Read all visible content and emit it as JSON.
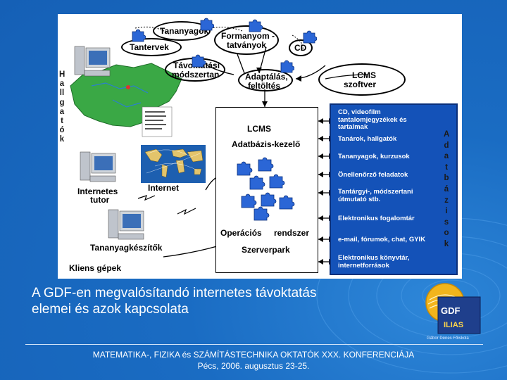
{
  "diagram": {
    "top_nodes": {
      "tantervek": "Tantervek",
      "tananyagok": "Tananyagok",
      "formanyomtatvanyok": [
        "Formanyom -",
        "tatványok"
      ],
      "cd": "CD",
      "tavoktatasi_modszertan": [
        "Távoktatási",
        "módszertan"
      ],
      "adaptalas": [
        "Adaptálás,",
        "feltöltés"
      ],
      "lcms_szoftver": [
        "LCMS",
        "szoftver"
      ]
    },
    "hallgatok_vertical": "Hallgatók",
    "adatbazisok_vertical": "Adatbázisok",
    "server": {
      "lcms": "LCMS",
      "adatbazis": "Adatbázis-kezelő",
      "operacios": "Operációs",
      "rendszer": "rendszer",
      "szerverpark": "Szerverpark"
    },
    "database_items": [
      [
        "CD, videofilm",
        "tantalomjegyzékek és",
        "tartalmak"
      ],
      [
        "Tanárok, hallgatók"
      ],
      [
        "Tananyagok, kurzusok"
      ],
      [
        "Önellenőrző feladatok"
      ],
      [
        "Tantárgyi-, módszertani",
        "útmutató stb."
      ],
      [
        "Elektronikus fogalomtár"
      ],
      [
        "e-mail, fórumok, chat, GYIK"
      ],
      [
        "Elektronikus könyvtár,",
        "internetforrások"
      ]
    ],
    "left_nodes": {
      "internetes_tutor": [
        "Internetes",
        "tutor"
      ],
      "internet": "Internet",
      "tananyagkeszitok": "Tananyagkészítők",
      "kliens_gepek": "Kliens gépek"
    }
  },
  "caption": [
    "A GDF-en megvalósítandó internetes távoktatás",
    "elemei és azok kapcsolata"
  ],
  "footer": [
    "MATEMATIKA-, FIZIKA és SZÁMÍTÁSTECHNIKA OKTATÓK XXX. KONFERENCIÁJA",
    "Pécs, 2006. augusztus 23-25."
  ],
  "logo": {
    "gdf": "GDF",
    "ilias": "ILIAS",
    "sub": "Gábor Dénes Főiskola"
  },
  "colors": {
    "slide_bg": "#1a6cc3",
    "database_panel": "#1452b8",
    "map_green": "#3aa845",
    "puzzle_blue": "#2b66d6"
  }
}
